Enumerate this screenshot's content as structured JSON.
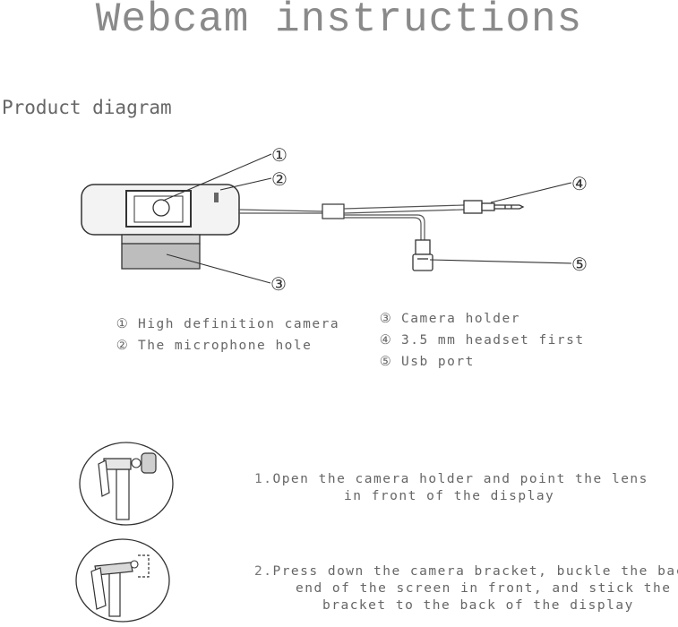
{
  "title": "Webcam instructions",
  "section_title": "Product diagram",
  "callouts": [
    "①",
    "②",
    "③",
    "④",
    "⑤"
  ],
  "legend_left": [
    {
      "num": "①",
      "text": "High definition camera"
    },
    {
      "num": "②",
      "text": "The microphone hole"
    }
  ],
  "legend_right": [
    {
      "num": "③",
      "text": "Camera holder"
    },
    {
      "num": "④",
      "text": "3.5 mm headset first"
    },
    {
      "num": "⑤",
      "text": "Usb port"
    }
  ],
  "steps": [
    {
      "num": "1.",
      "lines": [
        "Open the camera holder and point the lens",
        "in front  of the display"
      ]
    },
    {
      "num": "2.",
      "lines": [
        "Press down the camera bracket, buckle the back",
        "end of the screen in front, and stick the",
        "bracket to the back of the display"
      ]
    }
  ]
}
